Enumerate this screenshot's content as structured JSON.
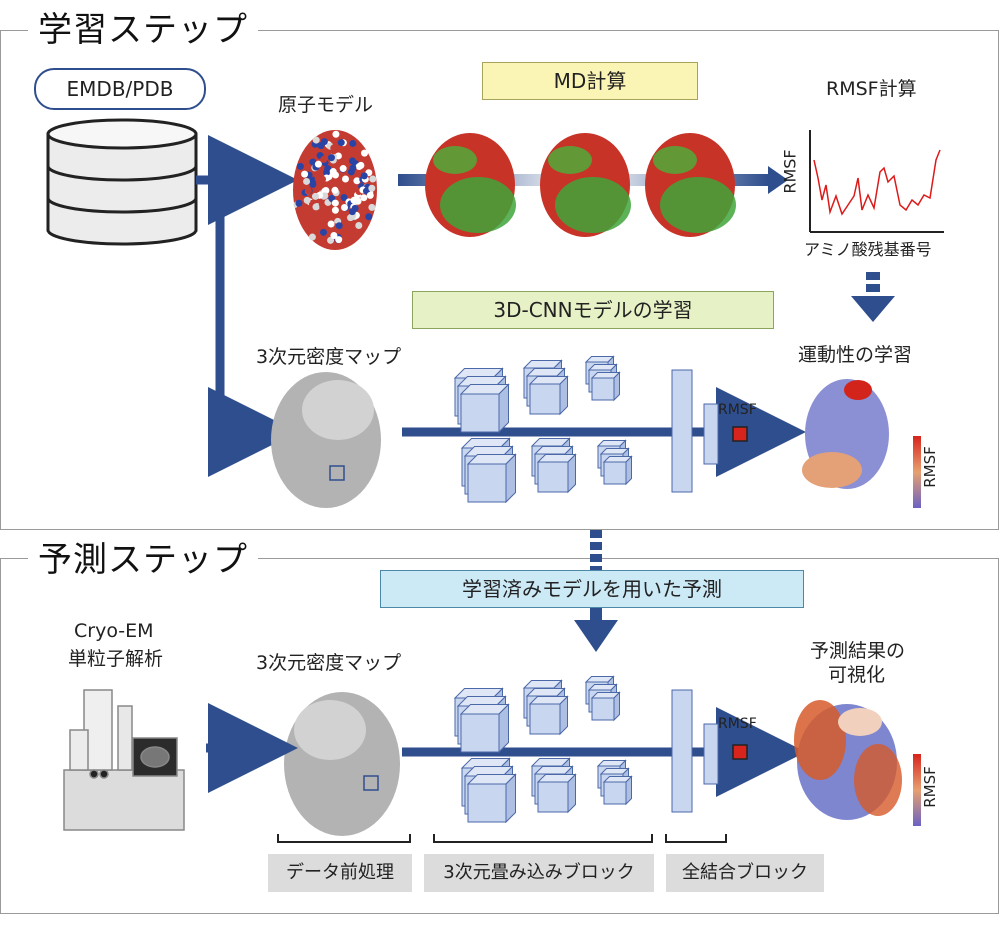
{
  "learning": {
    "title": "学習ステップ",
    "db_label": "EMDB/PDB",
    "atomic_model_label": "原子モデル",
    "md_label": "MD計算",
    "rmsf_calc_label": "RMSF計算",
    "rmsf_axis_y": "RMSF",
    "rmsf_axis_x": "アミノ酸残基番号",
    "cnn_label": "3D-CNNモデルの学習",
    "density_map_label": "3次元密度マップ",
    "output_rmsf_label": "RMSF",
    "dynamics_label": "運動性の学習",
    "colorbar_label": "RMSF"
  },
  "prediction": {
    "title": "予測ステップ",
    "trained_model_label": "学習済みモデルを用いた予測",
    "cryo_em_label_line1": "Cryo-EM",
    "cryo_em_label_line2": "単粒子解析",
    "density_map_label": "3次元密度マップ",
    "output_rmsf_label": "RMSF",
    "result_label_line1": "予測結果の",
    "result_label_line2": "可視化",
    "colorbar_label": "RMSF"
  },
  "stages": {
    "preprocess": "データ前処理",
    "conv_block": "3次元畳み込みブロック",
    "fc_block": "全結合ブロック"
  },
  "colors": {
    "arrow": "#2f4e8e",
    "panel_border": "#9a9a9a",
    "md_box": "#faf5b4",
    "cnn_box": "#e6f2c6",
    "predict_box": "#cce9f6",
    "cube_fill": "#c9d6f0",
    "cube_stroke": "#4b68a8",
    "rmsf_line": "#dd1a1a"
  }
}
